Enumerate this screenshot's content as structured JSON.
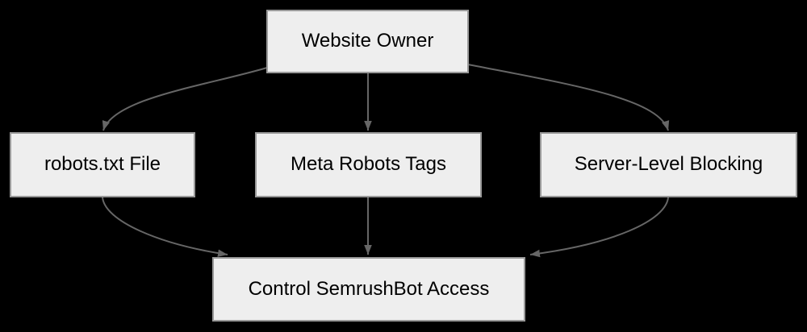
{
  "diagram": {
    "type": "flowchart",
    "colors": {
      "background": "#000000",
      "node_fill": "#eeeeee",
      "node_border": "#999999",
      "edge_color": "#666666",
      "text_color": "#000000"
    },
    "nodes": {
      "website_owner": {
        "label": "Website Owner"
      },
      "robots_txt_file": {
        "label": "robots.txt File"
      },
      "meta_robots_tags": {
        "label": "Meta Robots Tags"
      },
      "server_level_blocking": {
        "label": "Server-Level Blocking"
      },
      "control_semrushbot_access": {
        "label": "Control SemrushBot Access"
      }
    },
    "edges": [
      {
        "from": "Website Owner",
        "to": "robots.txt File"
      },
      {
        "from": "Website Owner",
        "to": "Meta Robots Tags"
      },
      {
        "from": "Website Owner",
        "to": "Server-Level Blocking"
      },
      {
        "from": "robots.txt File",
        "to": "Control SemrushBot Access"
      },
      {
        "from": "Meta Robots Tags",
        "to": "Control SemrushBot Access"
      },
      {
        "from": "Server-Level Blocking",
        "to": "Control SemrushBot Access"
      }
    ]
  }
}
